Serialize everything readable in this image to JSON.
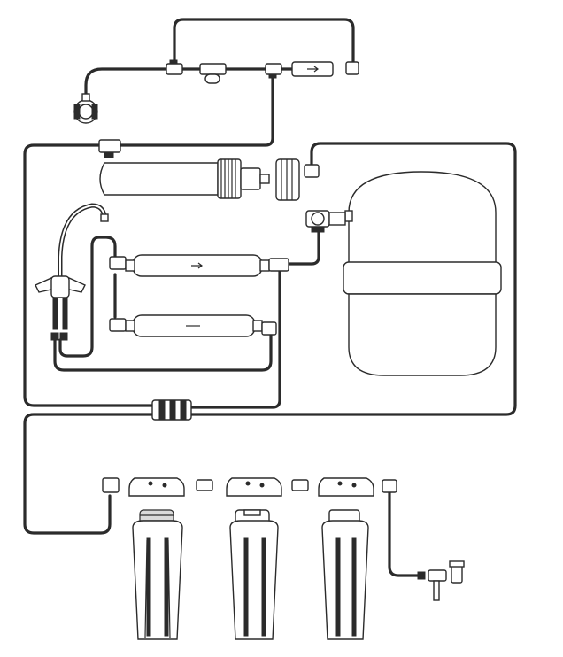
{
  "diagram": {
    "type": "reverse-osmosis-installation-scheme",
    "labels": [],
    "colors": {
      "line": "#2b2b2b",
      "background": "#ffffff",
      "fill": "#ffffff",
      "shade": "#d9d9d9"
    },
    "components": [
      "feed-saddle-valve",
      "tee-connector",
      "flow-restrictor",
      "auto-shutoff-valve",
      "ro-membrane-housing",
      "storage-tank",
      "tank-ball-valve",
      "post-carbon-filter",
      "remineralization-filter",
      "faucet",
      "sediment-prefilter",
      "carbon-block-prefilter",
      "gac-prefilter",
      "feed-water-adapter",
      "drain-fittings"
    ]
  }
}
